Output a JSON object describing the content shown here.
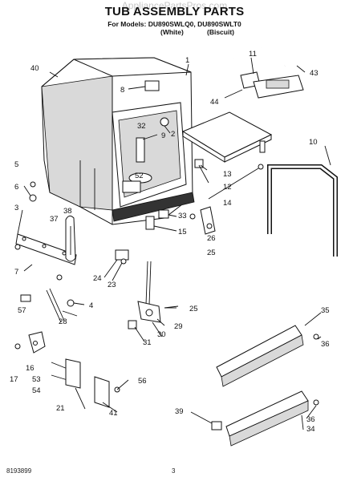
{
  "header": {
    "watermark": "AppliancePartsPros.com",
    "title": "TUB ASSEMBLY PARTS",
    "models_line": "For Models: DU890SWLQ0, DU890SWLT0",
    "variant_white": "(White)",
    "variant_biscuit": "(Biscuit)"
  },
  "footer": {
    "doc_number": "8193899",
    "page_number": "3"
  },
  "callouts": [
    "1",
    "2",
    "3",
    "4",
    "5",
    "6",
    "7",
    "8",
    "9",
    "10",
    "11",
    "12",
    "13",
    "14",
    "15",
    "16",
    "17",
    "21",
    "23",
    "24",
    "25",
    "25",
    "26",
    "28",
    "29",
    "30",
    "31",
    "32",
    "33",
    "34",
    "35",
    "36",
    "36",
    "37",
    "38",
    "39",
    "40",
    "41",
    "43",
    "44",
    "52",
    "53",
    "54",
    "56",
    "57"
  ]
}
